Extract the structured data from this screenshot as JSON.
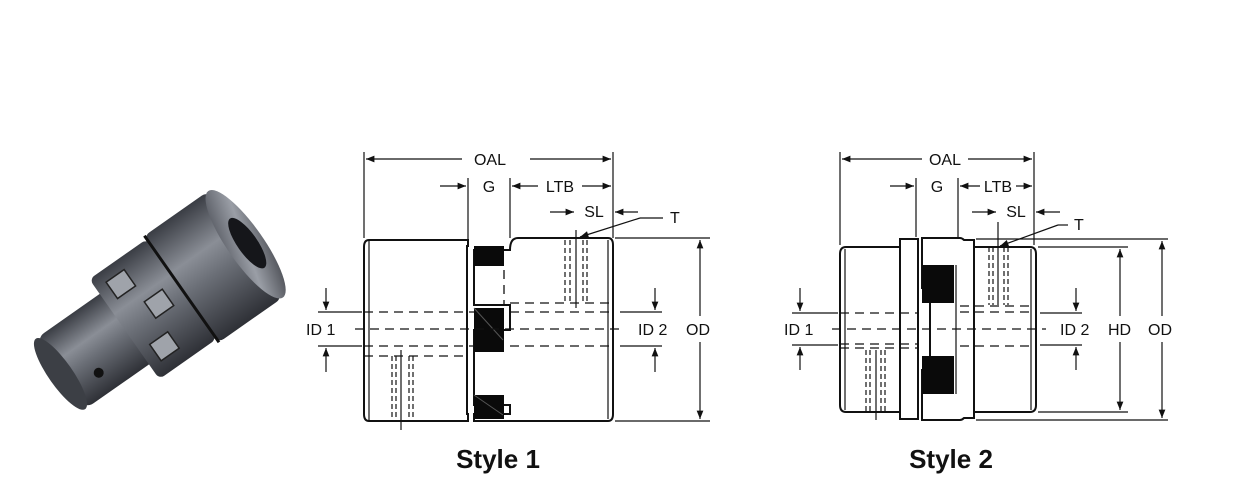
{
  "figure": {
    "photo": {
      "alt": "Jaw coupling product photo",
      "color": "#5c5f66"
    },
    "style1": {
      "caption": "Style 1",
      "dimensions": {
        "oal": "OAL",
        "g": "G",
        "ltb": "LTB",
        "sl": "SL",
        "t": "T",
        "id1": "ID 1",
        "id2": "ID 2",
        "od": "OD"
      }
    },
    "style2": {
      "caption": "Style 2",
      "dimensions": {
        "oal": "OAL",
        "g": "G",
        "ltb": "LTB",
        "sl": "SL",
        "t": "T",
        "id1": "ID 1",
        "id2": "ID 2",
        "hd": "HD",
        "od": "OD"
      }
    }
  }
}
